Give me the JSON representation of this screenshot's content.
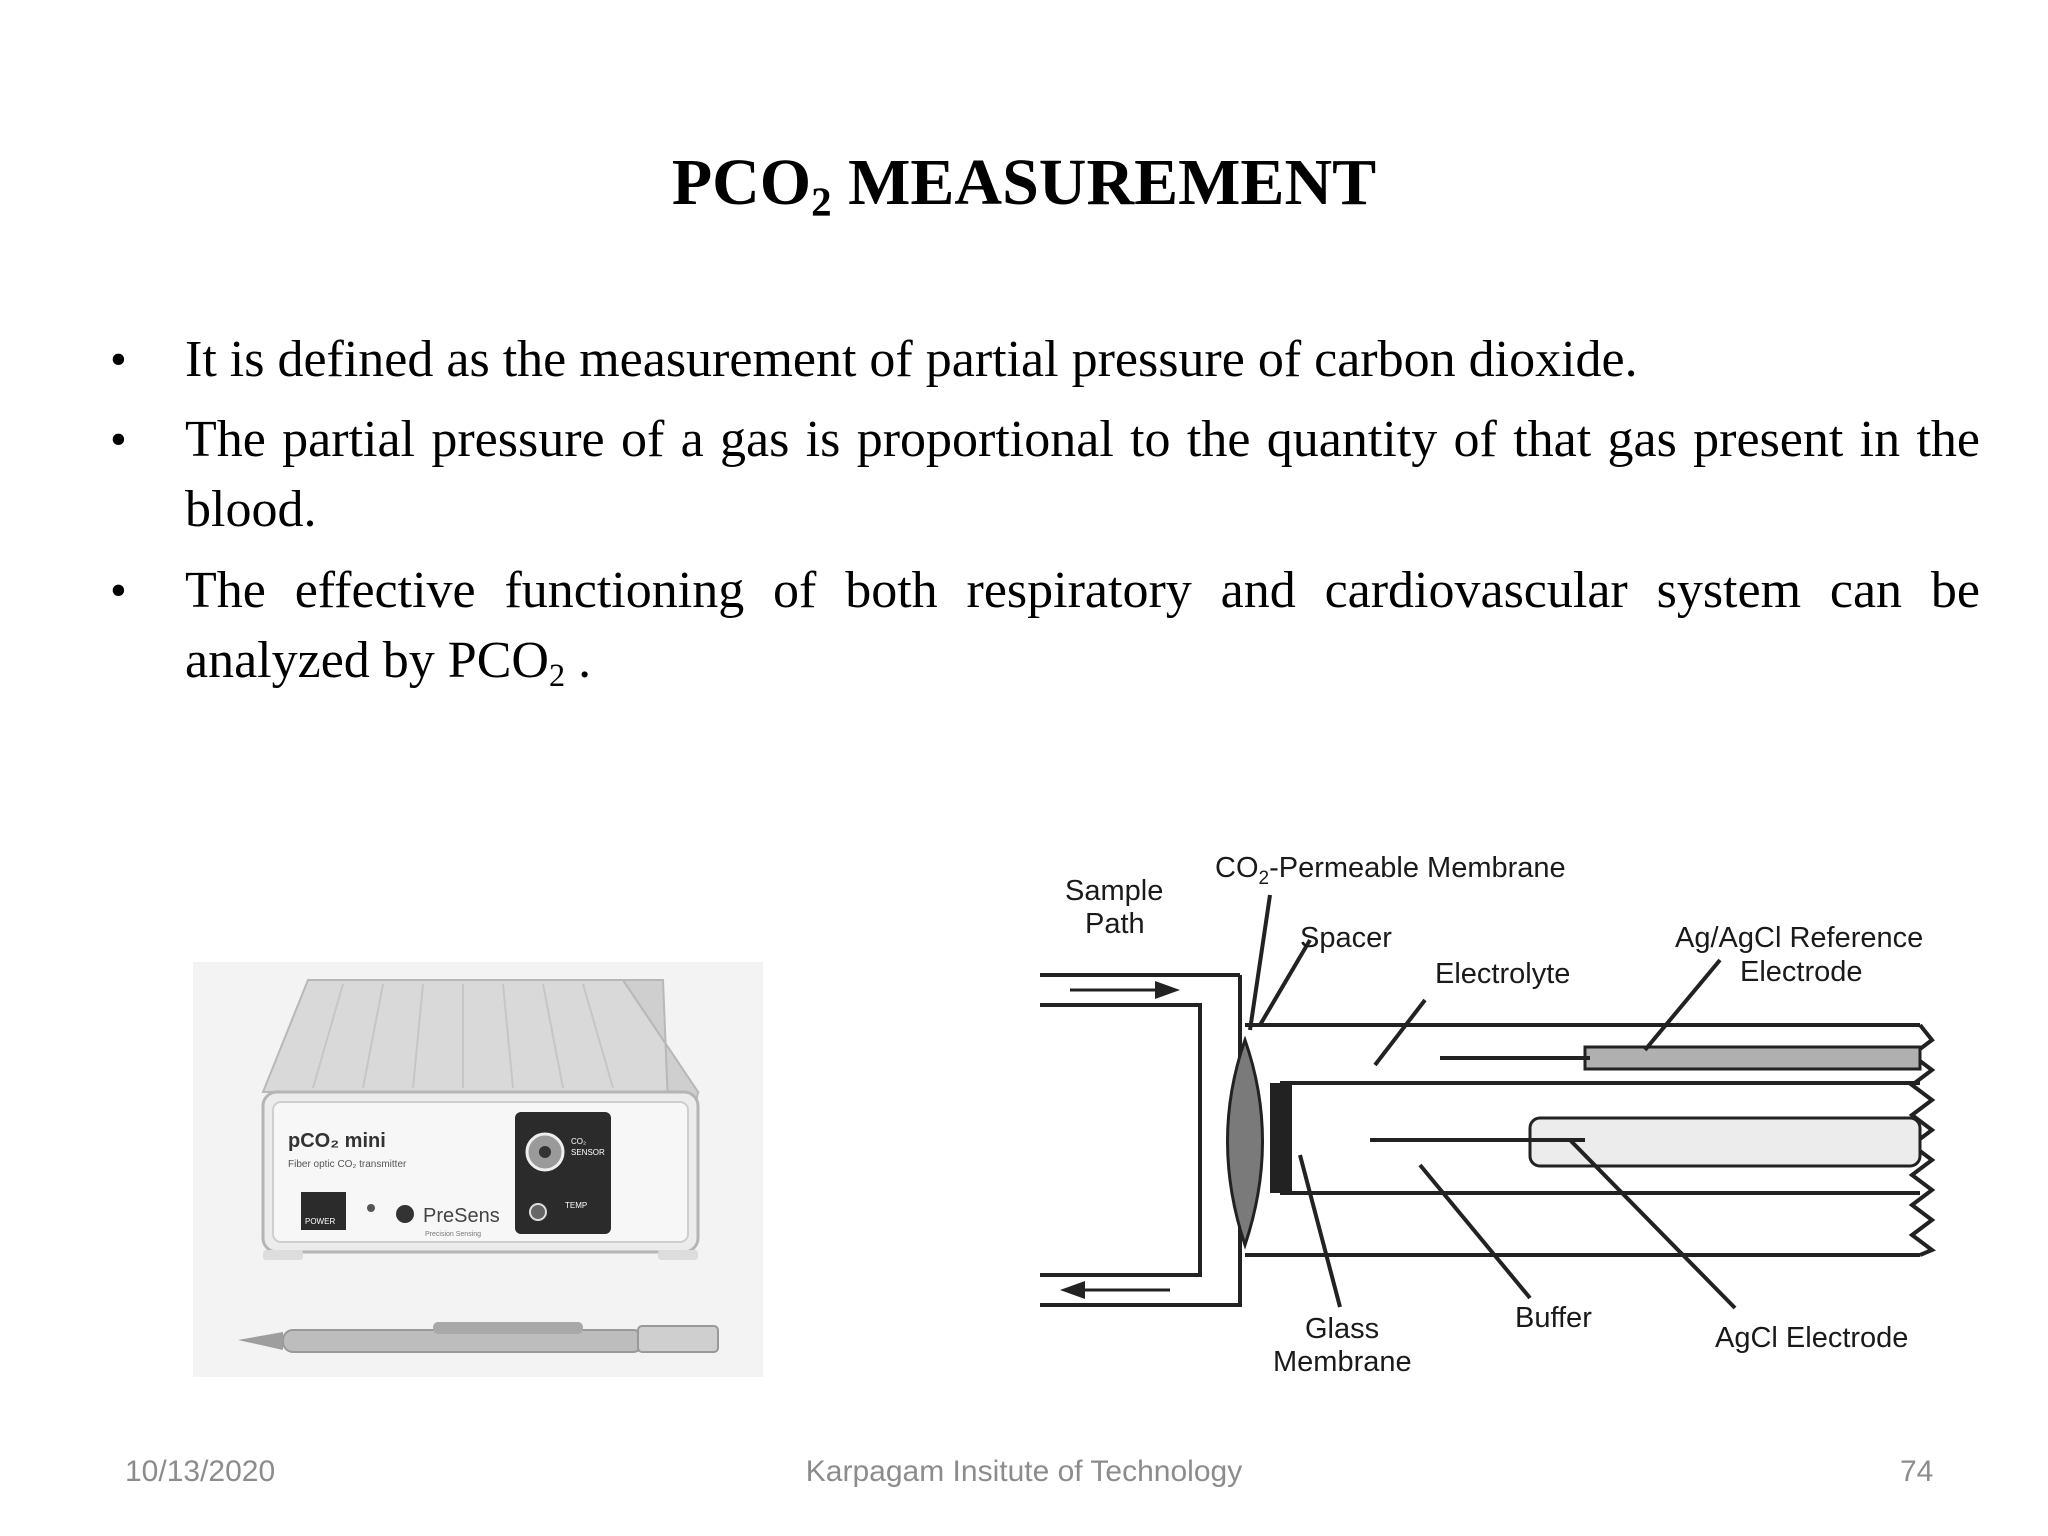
{
  "slide": {
    "title_main": "PCO",
    "title_sub": "2",
    "title_rest": " MEASUREMENT",
    "bullets": [
      {
        "text": "It is defined as the measurement of partial pressure of carbon dioxide."
      },
      {
        "text": "The partial pressure of a gas is proportional to the quantity of that gas present in the blood."
      },
      {
        "text": "The effective functioning of both respiratory and cardiovascular system can be analyzed by PCO",
        "sub": "2",
        "tail": " ."
      }
    ],
    "bullet_symbol": "•"
  },
  "device": {
    "model_label": "pCO₂ mini",
    "model_desc": "Fiber optic CO₂ transmitter",
    "brand": "PreSens",
    "brand_sub": "Precision Sensing",
    "power_label": "POWER",
    "sensor_label_1": "CO₂",
    "sensor_label_2": "SENSOR",
    "temp_label": "TEMP"
  },
  "diagram": {
    "sample_path_1": "Sample",
    "sample_path_2": "Path",
    "membrane_label_a": "CO",
    "membrane_label_sub": "2",
    "membrane_label_b": "-Permeable Membrane",
    "spacer": "Spacer",
    "electrolyte": "Electrolyte",
    "reference_1": "Ag/AgCl Reference",
    "reference_2": "Electrode",
    "glass_1": "Glass",
    "glass_2": "Membrane",
    "buffer": "Buffer",
    "agcl": "AgCl Electrode"
  },
  "footer": {
    "date": "10/13/2020",
    "organization": "Karpagam Insitute of Technology",
    "page": "74"
  }
}
